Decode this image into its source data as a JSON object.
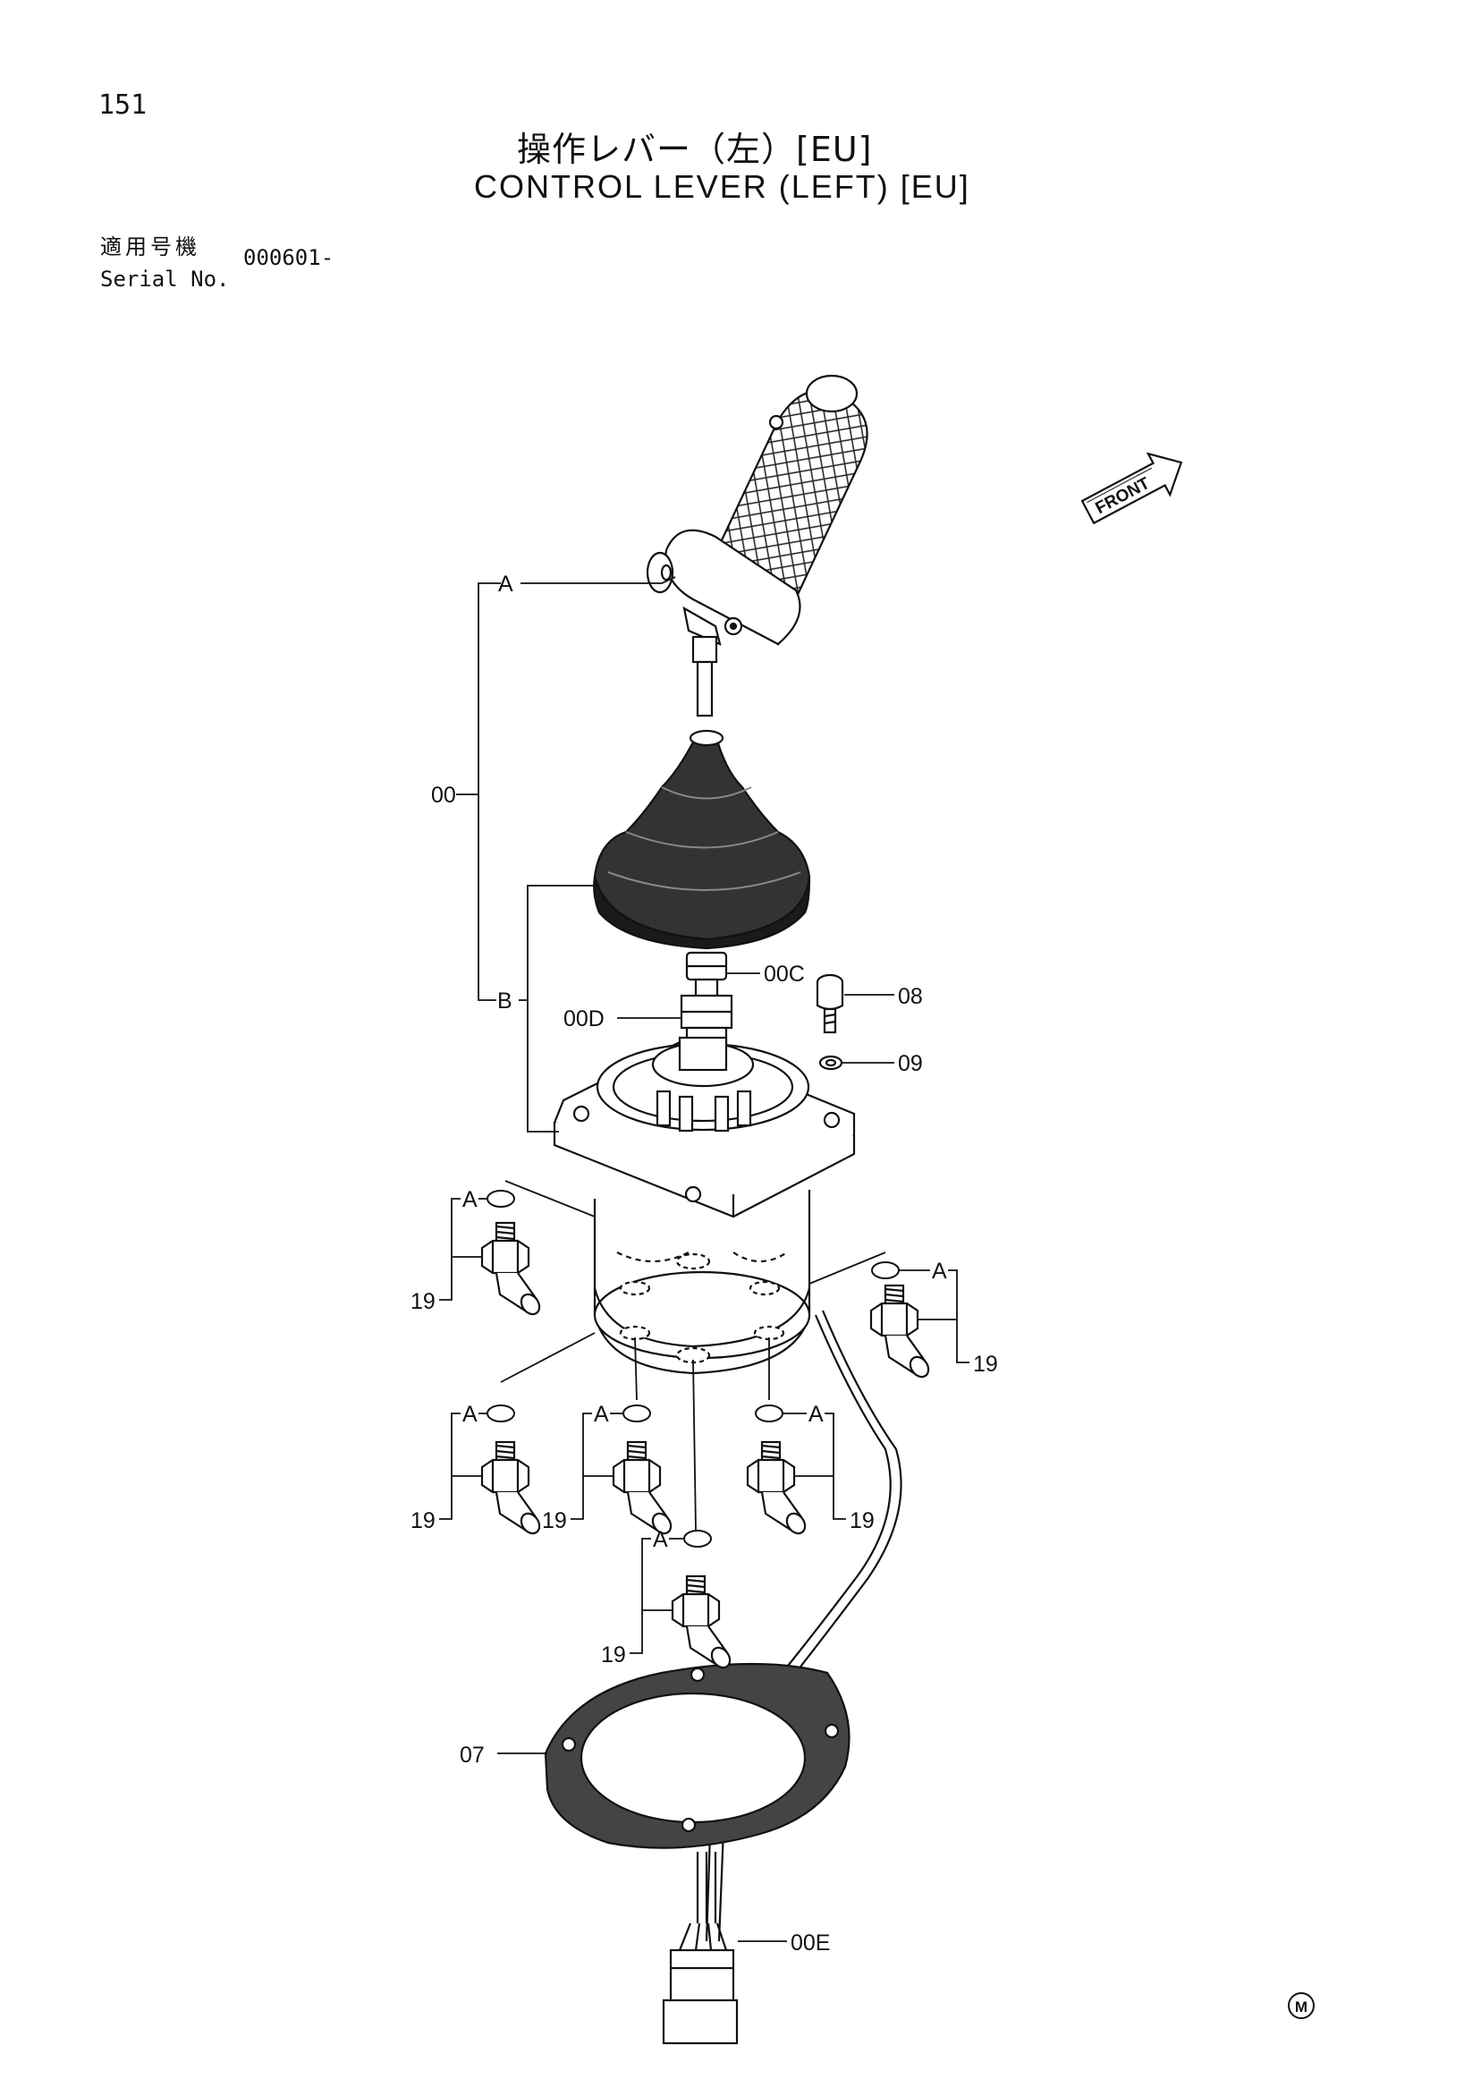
{
  "page_number": "151",
  "title_ja": "操作レバー（左）[EU]",
  "title_en": "CONTROL LEVER (LEFT) [EU]",
  "serial": {
    "label_ja": "適用号機",
    "label_en": "Serial No.",
    "value": "000601-"
  },
  "front_label": "FRONT",
  "mark": "M",
  "callouts": {
    "a_top": "A",
    "b": "B",
    "assy": "00",
    "c": "00C",
    "d": "00D",
    "e": "00E",
    "bolt": "08",
    "washer": "09",
    "gasket": "07",
    "a_fitting": "A",
    "fitting": "19"
  }
}
